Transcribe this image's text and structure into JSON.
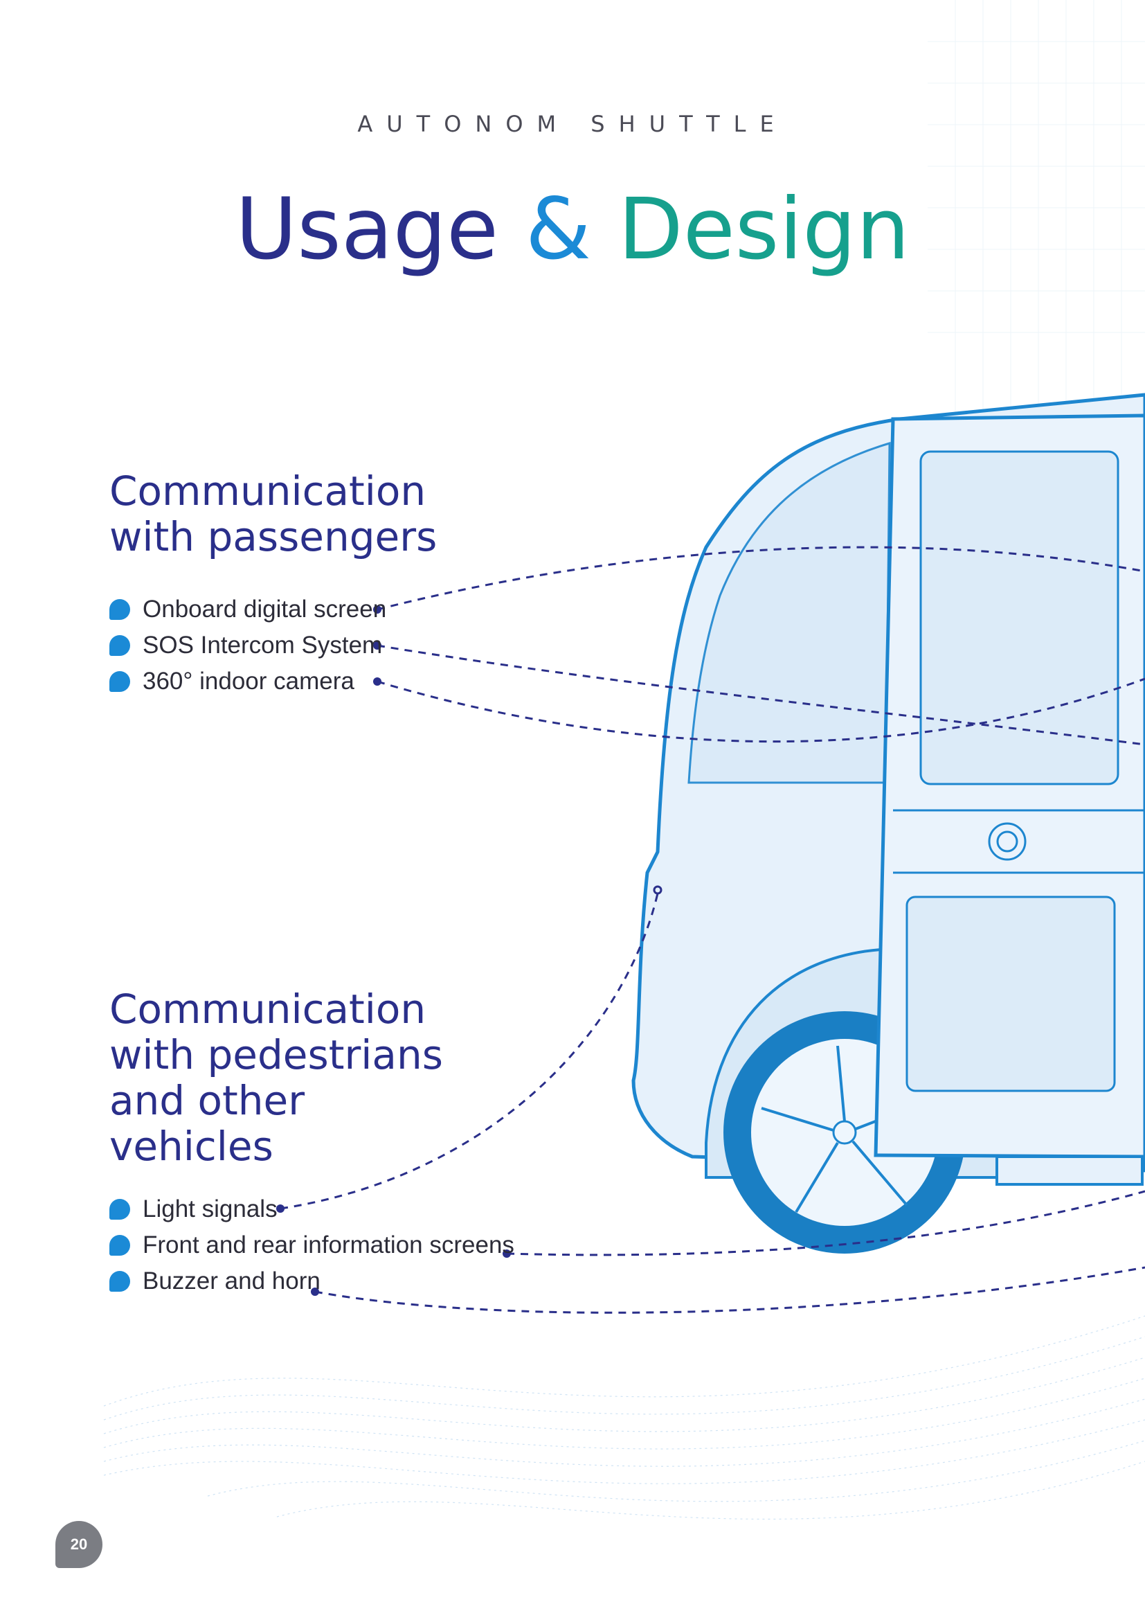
{
  "header": {
    "kicker": "AUTONOM SHUTTLE",
    "title_part1": "Usage",
    "title_part2": "&",
    "title_part3": "Design"
  },
  "sections": [
    {
      "heading": "Communication\nwith passengers",
      "items": [
        {
          "label": "Onboard digital screen",
          "icon": "bullet-icon"
        },
        {
          "label": "SOS Intercom System",
          "icon": "bullet-icon"
        },
        {
          "label": "360° indoor camera",
          "icon": "bullet-icon"
        }
      ]
    },
    {
      "heading": "Communication\nwith pedestrians\nand other\nvehicles",
      "items": [
        {
          "label": "Light signals",
          "icon": "bullet-icon"
        },
        {
          "label": "Front and rear information screens",
          "icon": "bullet-icon"
        },
        {
          "label": "Buzzer and horn",
          "icon": "bullet-icon"
        }
      ]
    }
  ],
  "footer": {
    "page_number": "20"
  },
  "colors": {
    "navy": "#2a2f8a",
    "blue": "#1b8ad6",
    "teal": "#16a08d",
    "vehicle_fill": "#e6f1fb",
    "vehicle_stroke": "#1d86cf",
    "page_badge": "#7b7d83"
  }
}
